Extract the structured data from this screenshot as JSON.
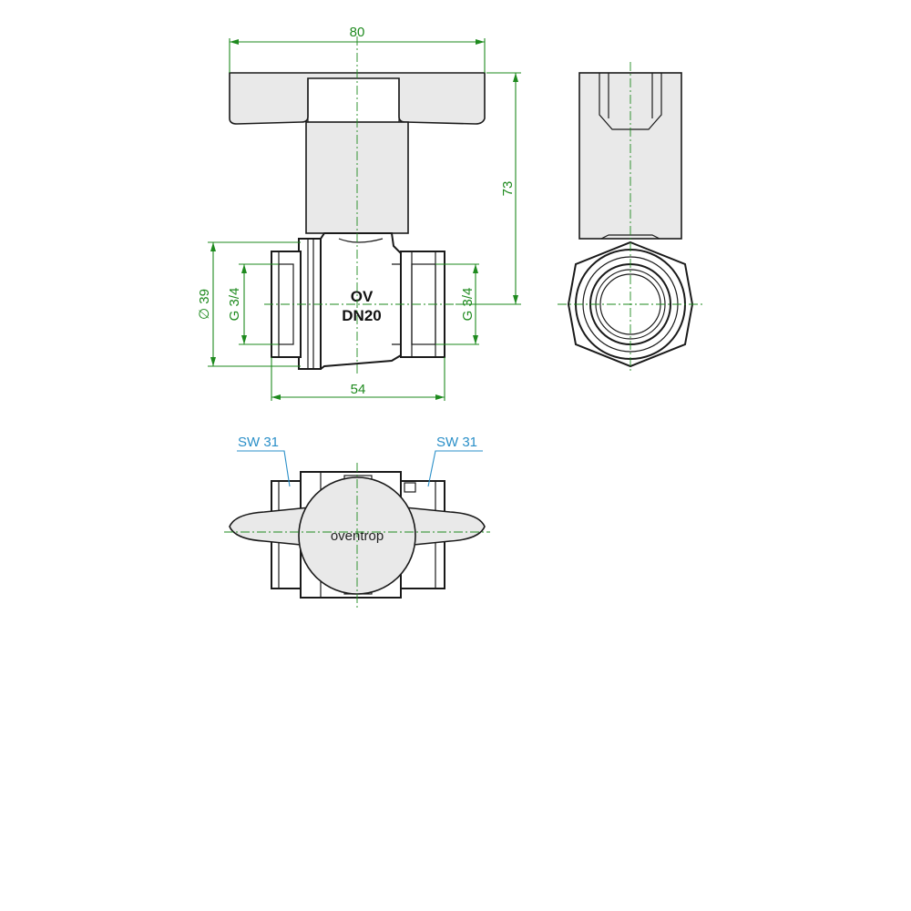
{
  "dimensions": {
    "width_top": "80",
    "height_total": "73",
    "body_diameter": "∅ 39",
    "thread_left": "G 3/4",
    "thread_right": "G 3/4",
    "body_length": "54"
  },
  "body_marking": {
    "line1": "OV",
    "line2": "DN20"
  },
  "callouts": {
    "left_wrench": "SW 31",
    "right_wrench": "SW 31"
  },
  "logo": {
    "text": "oventrop"
  },
  "colors": {
    "dimension": "#1e8a1e",
    "callout": "#2a8fc8",
    "outline": "#1a1a1a"
  }
}
